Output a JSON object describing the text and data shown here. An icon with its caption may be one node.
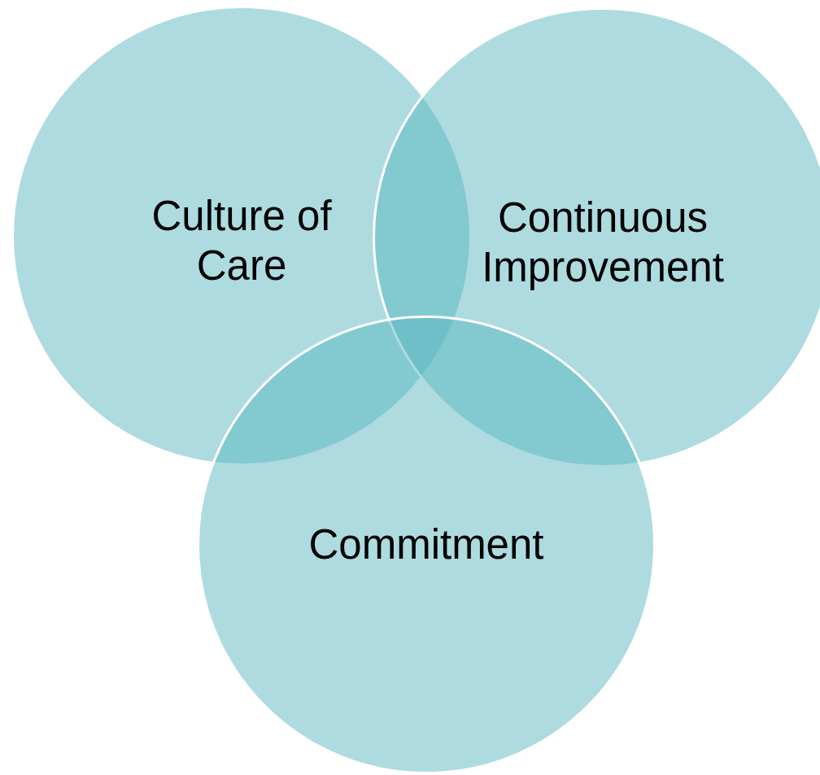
{
  "diagram": {
    "nodes": [
      {
        "text": [
          "Culture of Care"
        ]
      },
      {
        "text": [
          "Continuous Improvement"
        ]
      },
      {
        "text": [
          "Commitment"
        ]
      }
    ]
  }
}
